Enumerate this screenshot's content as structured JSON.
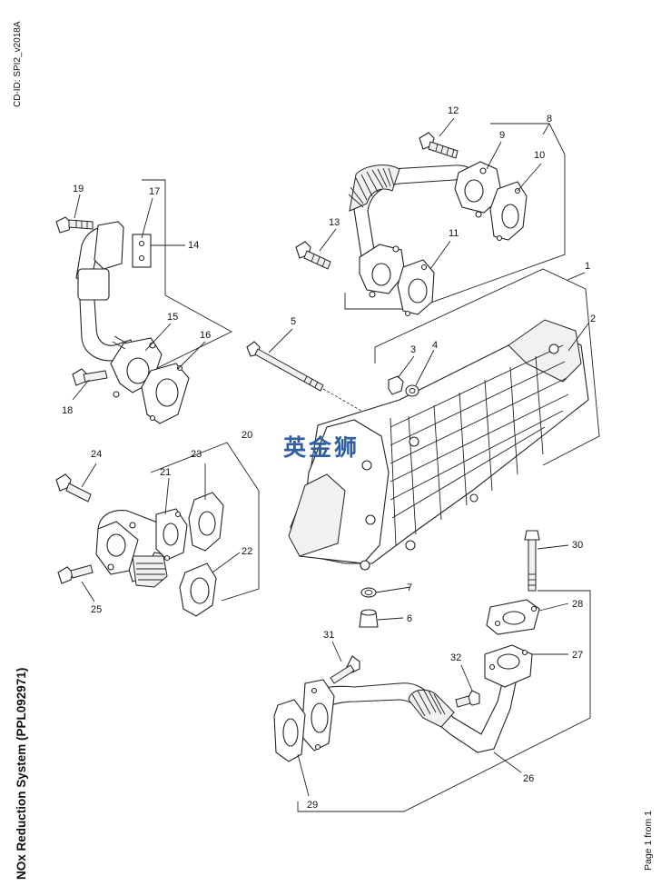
{
  "header": {
    "cd_id": "CD-ID: SPI2_v2018A"
  },
  "title": "NOx Reduction System (PPL092971)",
  "footer": {
    "page": "Page 1 from 1"
  },
  "watermark": "英金狮",
  "callouts": {
    "c1": "1",
    "c2": "2",
    "c3": "3",
    "c4": "4",
    "c5": "5",
    "c6": "6",
    "c7": "7",
    "c8": "8",
    "c9": "9",
    "c10": "10",
    "c11": "11",
    "c12": "12",
    "c13": "13",
    "c14": "14",
    "c15": "15",
    "c16": "16",
    "c17": "17",
    "c18": "18",
    "c19": "19",
    "c20": "20",
    "c21": "21",
    "c22": "22",
    "c23": "23",
    "c24": "24",
    "c25": "25",
    "c26": "26",
    "c27": "27",
    "c28": "28",
    "c29": "29",
    "c30": "30",
    "c31": "31",
    "c32": "32"
  }
}
